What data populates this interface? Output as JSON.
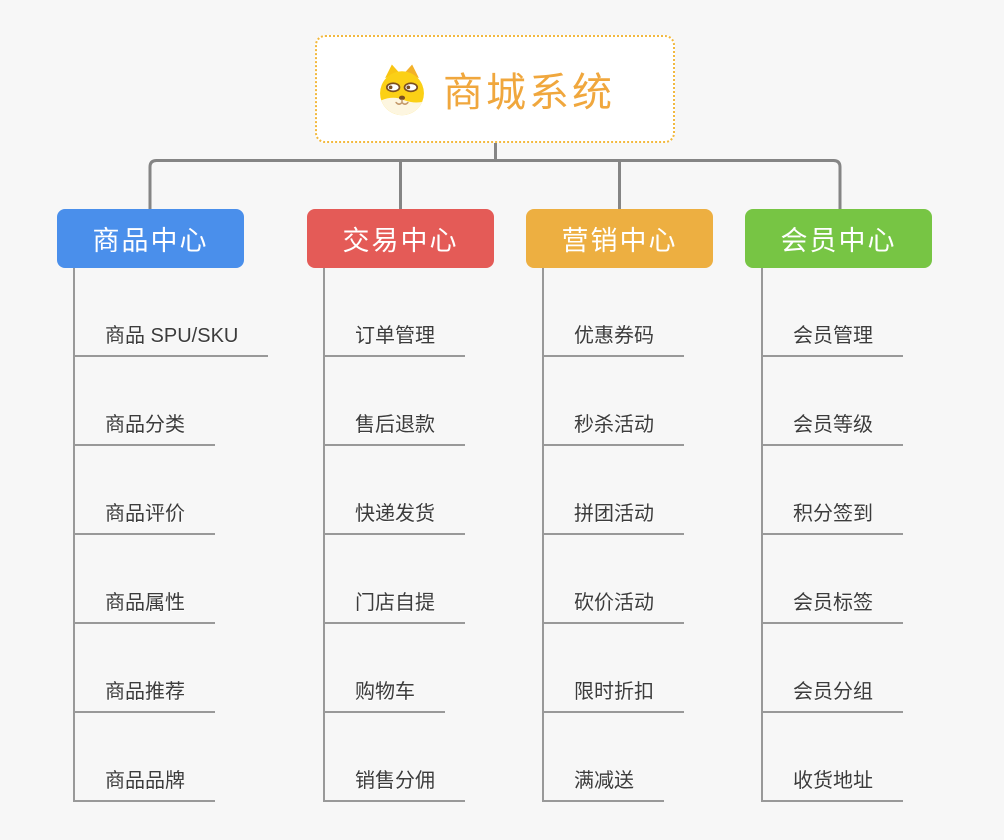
{
  "root": {
    "title": "商城系统",
    "icon": "dog-mascot-icon"
  },
  "branches": [
    {
      "label": "商品中心",
      "color": "#4A8FEB",
      "children": [
        "商品 SPU/SKU",
        "商品分类",
        "商品评价",
        "商品属性",
        "商品推荐",
        "商品品牌"
      ]
    },
    {
      "label": "交易中心",
      "color": "#E45B57",
      "children": [
        "订单管理",
        "售后退款",
        "快递发货",
        "门店自提",
        "购物车",
        "销售分佣"
      ]
    },
    {
      "label": "营销中心",
      "color": "#EDAF41",
      "children": [
        "优惠券码",
        "秒杀活动",
        "拼团活动",
        "砍价活动",
        "限时折扣",
        "满减送"
      ]
    },
    {
      "label": "会员中心",
      "color": "#77C544",
      "children": [
        "会员管理",
        "会员等级",
        "积分签到",
        "会员标签",
        "会员分组",
        "收货地址"
      ]
    }
  ],
  "colors": {
    "background": "#F7F7F7",
    "root_border": "#F2B93F",
    "root_text": "#F0A73D",
    "connector": "#858585",
    "branch_line": "#999999",
    "leaf_text": "#3C3C3C"
  }
}
